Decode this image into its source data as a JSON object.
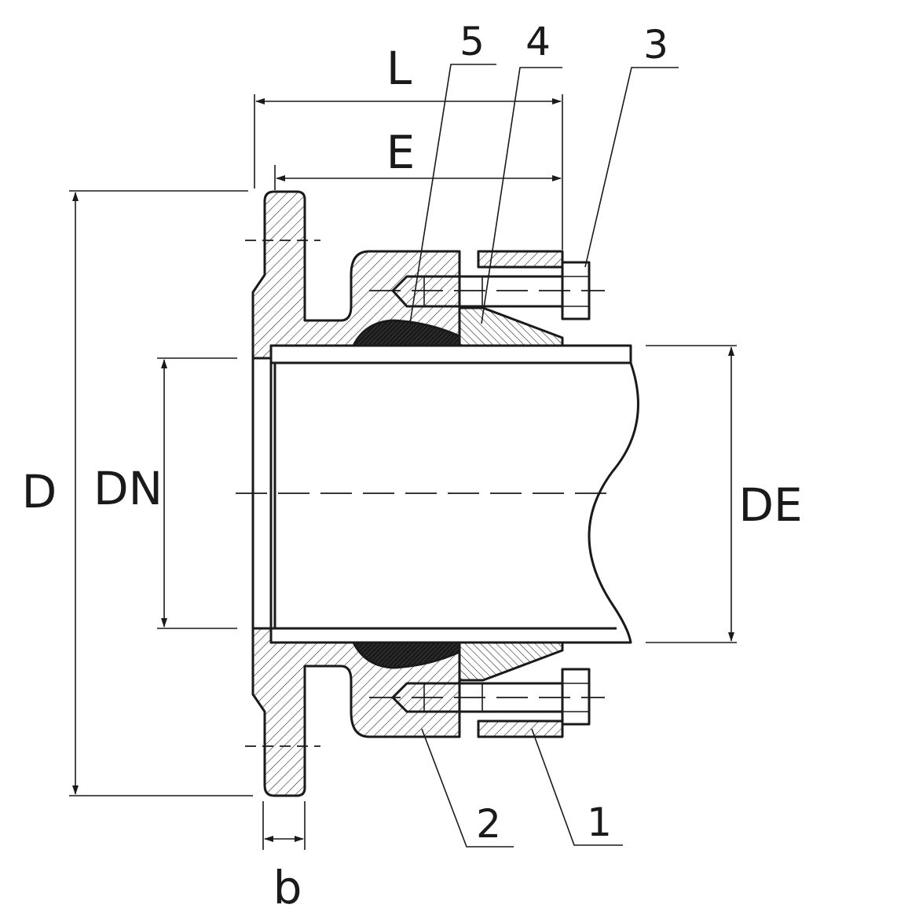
{
  "dimensions": {
    "L": "L",
    "E": "E",
    "D": "D",
    "DN": "DN",
    "DE": "DE",
    "b": "b"
  },
  "part_numbers": {
    "p1": "1",
    "p2": "2",
    "p3": "3",
    "p4": "4",
    "p5": "5"
  }
}
